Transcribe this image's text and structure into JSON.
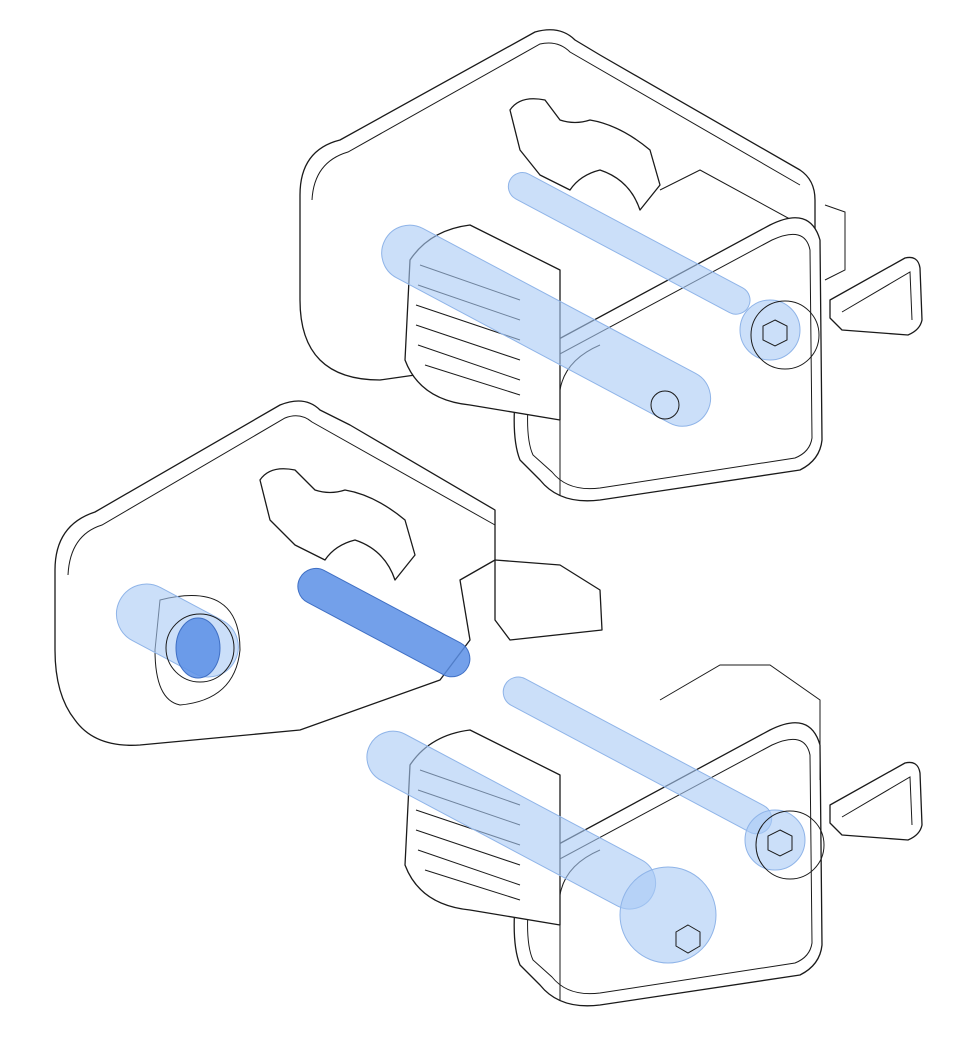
{
  "diagram": {
    "style": "isometric CAD line drawing",
    "colors": {
      "outline": "#1a1a1a",
      "fastener_highlight": "#a9c9f5",
      "fastener_highlight_dark": "#5b8fe6",
      "background": "#ffffff"
    },
    "assemblies": [
      {
        "state": "assembled"
      },
      {
        "state": "exploded"
      }
    ]
  }
}
